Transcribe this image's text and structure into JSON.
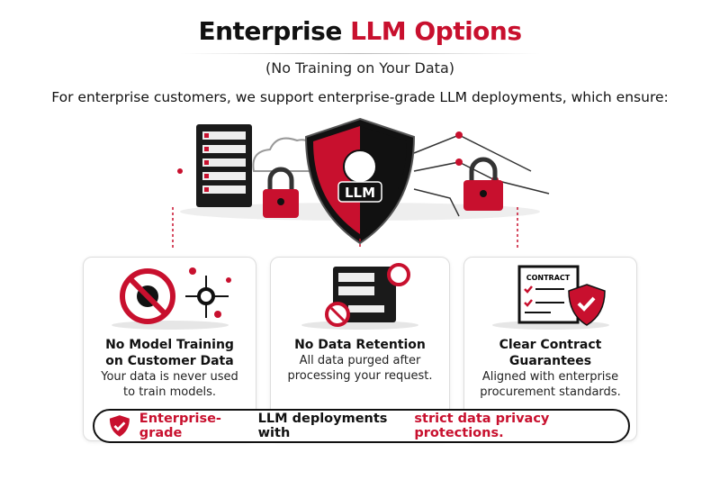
{
  "title": {
    "part1": "Enterprise",
    "part2": "LLM Options"
  },
  "subtitle": "(No Training on Your Data)",
  "intro": "For enterprise customers, we support enterprise-grade LLM deployments, which ensure:",
  "hero": {
    "shield_label": "LLM"
  },
  "cards": [
    {
      "title1": "No Model Training",
      "title2": "on Customer Data",
      "desc1": "Your data is never used",
      "desc2": "to train models."
    },
    {
      "title1": "No Data Retention",
      "desc1": "All data purged after",
      "desc2": "processing your request."
    },
    {
      "title1": "Clear Contract Guarantees",
      "desc1": "Aligned with enterprise",
      "desc2": "procurement standards.",
      "contract_label": "CONTRACT"
    }
  ],
  "banner": {
    "p1": "Enterprise-grade",
    "p2": "LLM deployments with",
    "p3": "strict data privacy protections."
  },
  "colors": {
    "accent": "#c8102e",
    "dark": "#111111"
  }
}
